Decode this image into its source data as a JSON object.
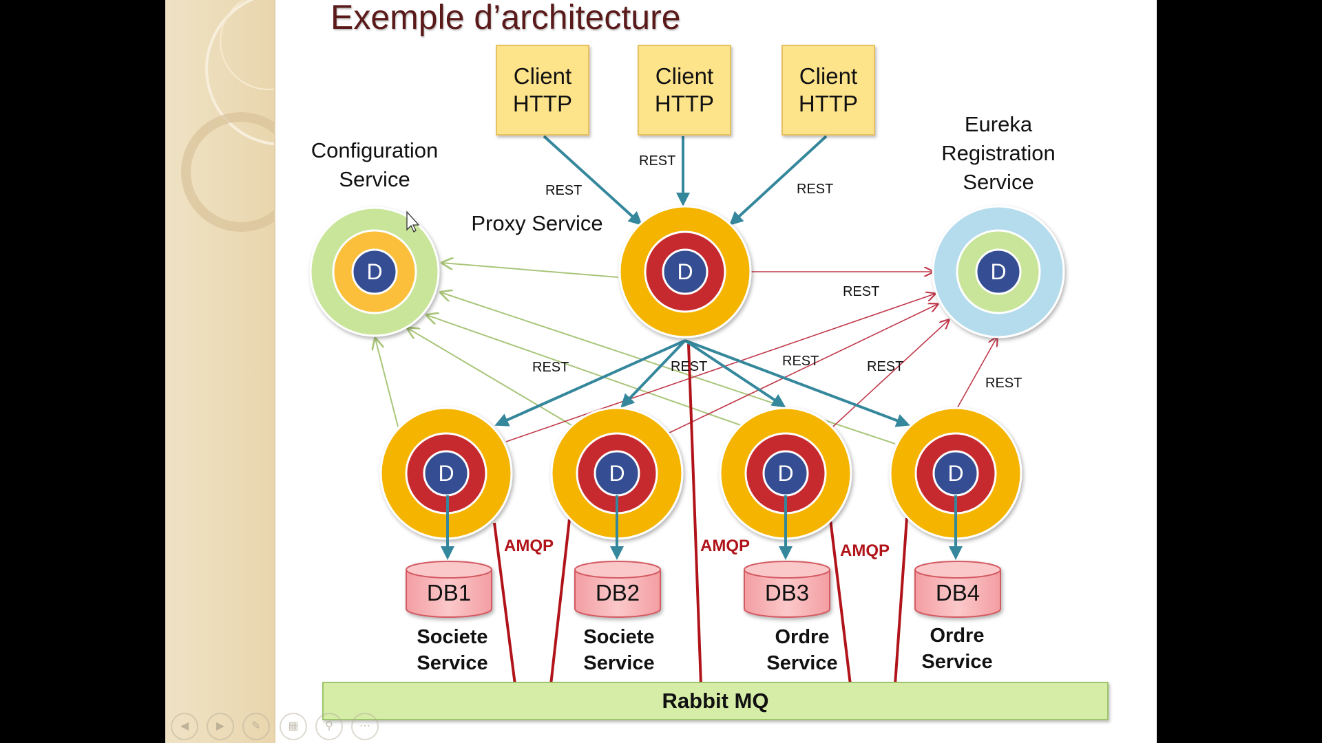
{
  "title": "Exemple d’architecture",
  "clients": [
    {
      "label": "Client\nHTTP"
    },
    {
      "label": "Client\nHTTP"
    },
    {
      "label": "Client\nHTTP"
    }
  ],
  "services": {
    "config": "Configuration\nService",
    "proxy": "Proxy Service",
    "eureka": "Eureka\nRegistration\nService"
  },
  "micro_services": [
    {
      "name": "Societe\nService",
      "db": "DB1"
    },
    {
      "name": "Societe\nService",
      "db": "DB2"
    },
    {
      "name": "Ordre\nService",
      "db": "DB3"
    },
    {
      "name": "Ordre\nService",
      "db": "DB4"
    }
  ],
  "d_label": "D",
  "protocols": {
    "rest": "REST",
    "amqp": "AMQP"
  },
  "bus": "Rabbit MQ",
  "colors": {
    "arrow_teal": "#35879c",
    "line_red": "#c0394a",
    "line_green": "#a9c57a",
    "node_orange": "#f4b400",
    "node_red": "#c62a2f",
    "node_blue": "#344e93",
    "config_green": "#c8e59a",
    "eureka_blue": "#b5dcec",
    "db_pink": "#f6b3b5",
    "bus_green": "#d6eda8"
  },
  "nav_icons": [
    "prev-icon",
    "next-icon",
    "pen-icon",
    "slides-icon",
    "zoom-icon",
    "menu-icon"
  ]
}
